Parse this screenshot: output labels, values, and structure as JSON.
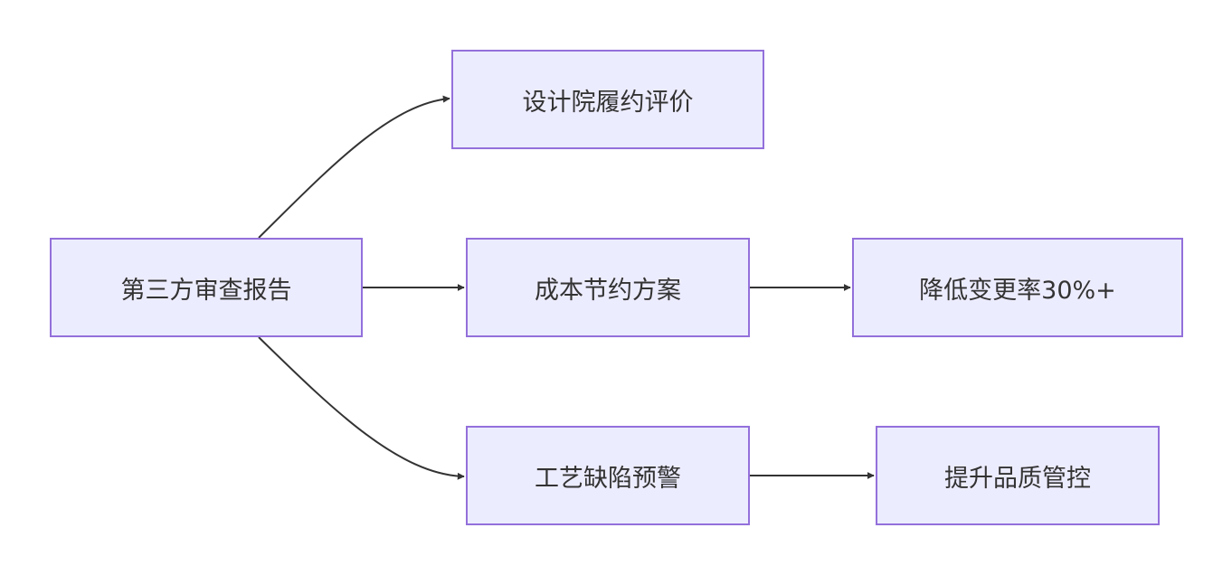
{
  "diagram": {
    "nodes": {
      "report": "第三方审查报告",
      "design": "设计院履约评价",
      "cost": "成本节约方案",
      "change": "降低变更率30%+",
      "defect": "工艺缺陷预警",
      "quality": "提升品质管控"
    },
    "edges": [
      {
        "from": "report",
        "to": "design"
      },
      {
        "from": "report",
        "to": "cost"
      },
      {
        "from": "report",
        "to": "defect"
      },
      {
        "from": "cost",
        "to": "change"
      },
      {
        "from": "defect",
        "to": "quality"
      }
    ],
    "colors": {
      "node_fill": "#ECECFF",
      "node_border": "#9370DB",
      "edge": "#333333",
      "text": "#333333"
    }
  }
}
